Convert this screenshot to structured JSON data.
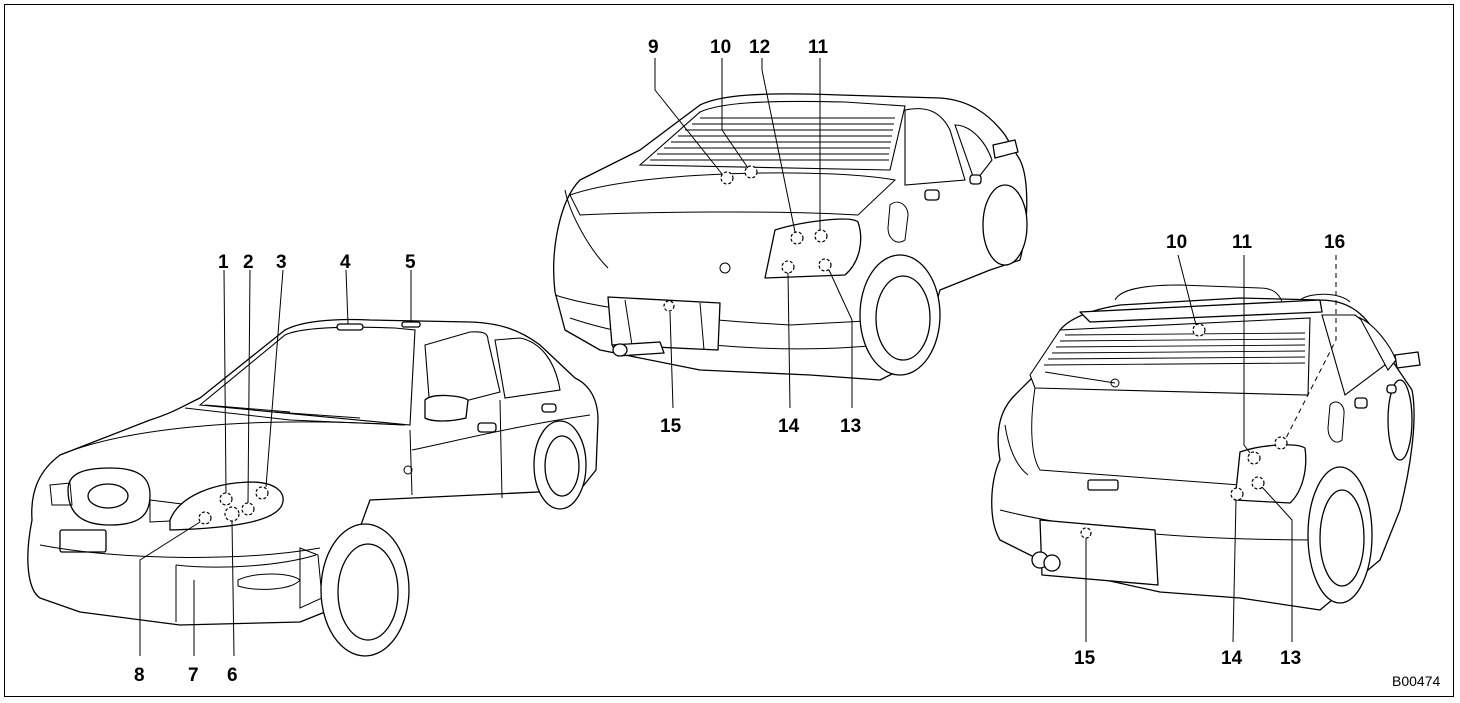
{
  "figure_id": "B00474",
  "callouts": [
    "1",
    "2",
    "3",
    "4",
    "5",
    "6",
    "7",
    "8",
    "9",
    "10",
    "11",
    "12",
    "13",
    "14",
    "15",
    "16"
  ],
  "views": [
    "front-sedan",
    "rear-sedan",
    "rear-wagon"
  ],
  "labels": {
    "front": {
      "l1": "1",
      "l2": "2",
      "l3": "3",
      "l4": "4",
      "l5": "5",
      "l6": "6",
      "l7": "7",
      "l8": "8"
    },
    "rear_sedan": {
      "l9": "9",
      "l10": "10",
      "l11": "11",
      "l12": "12",
      "l13": "13",
      "l14": "14",
      "l15": "15"
    },
    "rear_wagon": {
      "l10": "10",
      "l11": "11",
      "l13": "13",
      "l14": "14",
      "l15": "15",
      "l16": "16"
    }
  }
}
